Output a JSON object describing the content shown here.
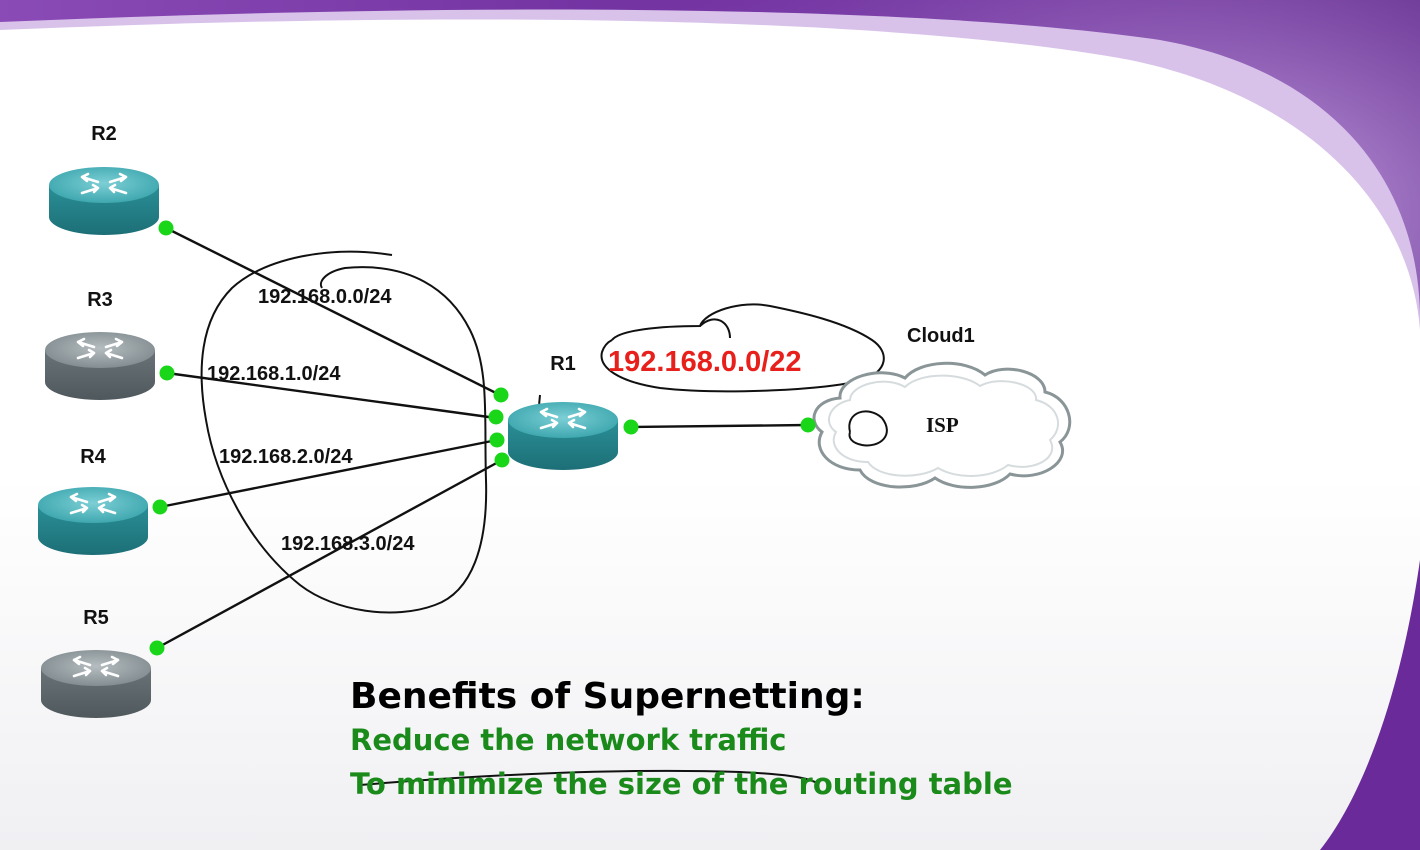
{
  "routers": {
    "r1": {
      "label": "R1",
      "color": "teal"
    },
    "r2": {
      "label": "R2",
      "color": "teal"
    },
    "r3": {
      "label": "R3",
      "color": "gray"
    },
    "r4": {
      "label": "R4",
      "color": "teal"
    },
    "r5": {
      "label": "R5",
      "color": "gray"
    }
  },
  "links": {
    "r2_r1": "192.168.0.0/24",
    "r3_r1": "192.168.1.0/24",
    "r4_r1": "192.168.2.0/24",
    "r5_r1": "192.168.3.0/24"
  },
  "supernet": "192.168.0.0/22",
  "cloud": {
    "name": "Cloud1",
    "text": "ISP"
  },
  "benefits": {
    "title": "Benefits of Supernetting:",
    "items": [
      "Reduce the network traffic",
      "To minimize the size of the routing table"
    ]
  },
  "colors": {
    "router_teal": "#2f9aa2",
    "router_gray": "#707c80",
    "port_green": "#19d619",
    "supernet_red": "#e8201c",
    "benefit_green": "#1a8a1a",
    "slide_purple": "#6a2a9a"
  }
}
